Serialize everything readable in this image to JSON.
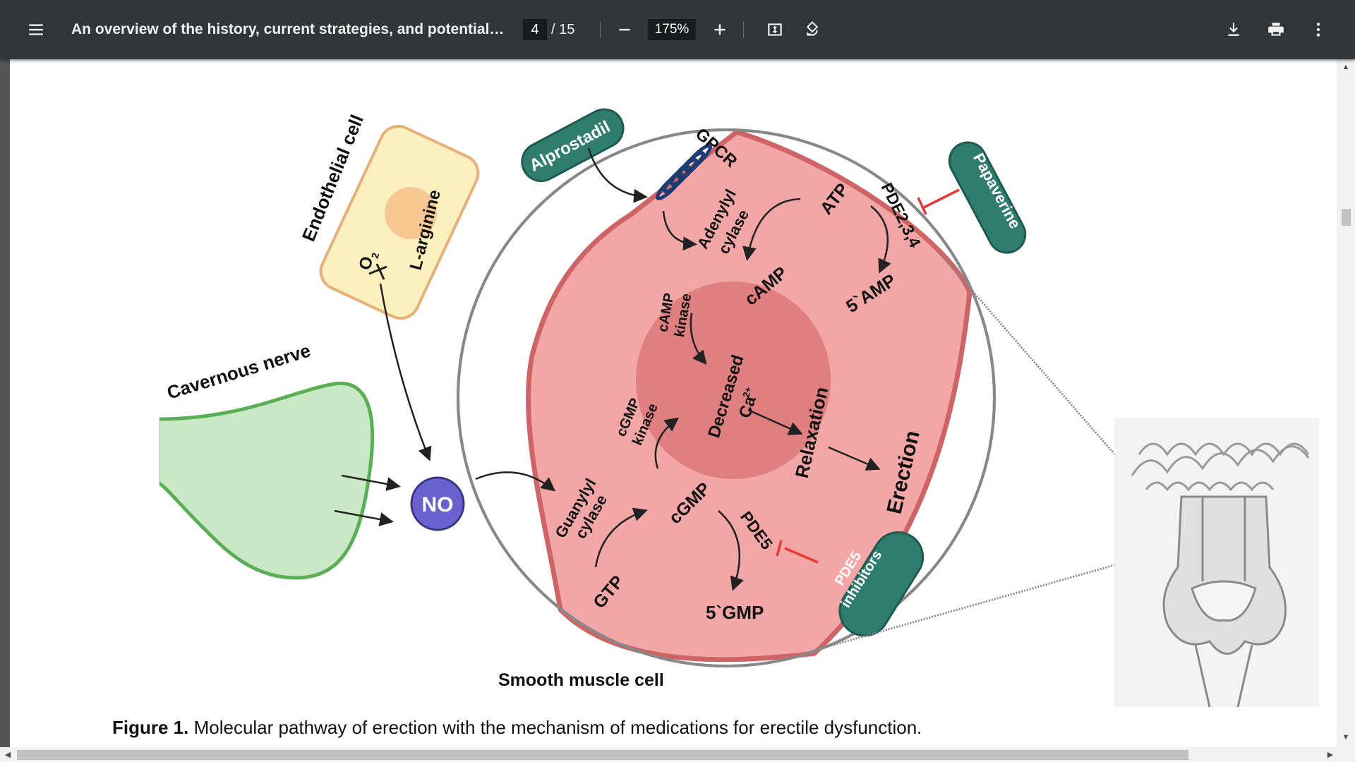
{
  "toolbar": {
    "menu_icon": "hamburger-menu-icon",
    "title": "An overview of the history, current strategies, and potential futu...",
    "page_current": "4",
    "page_total": "/ 15",
    "zoom_out_icon": "minus-icon",
    "zoom_level": "175%",
    "zoom_in_icon": "plus-icon",
    "fit_icon": "fit-to-page-icon",
    "rotate_icon": "rotate-counterclockwise-icon",
    "download_icon": "download-icon",
    "print_icon": "print-icon",
    "more_icon": "more-vertical-icon"
  },
  "figure": {
    "labels": {
      "endothelial_cell": "Endothelial cell",
      "o2": "O",
      "o2_sub": "2",
      "l_arginine": "L-arginine",
      "cavernous_nerve": "Cavernous nerve",
      "no": "NO",
      "alprostadil": "Alprostadil",
      "gpcr": "GPCR",
      "adenylyl_1": "Adenylyl",
      "adenylyl_2": "cylase",
      "atp": "ATP",
      "pde234": "PDE2,3,4",
      "papaverine": "Papaverine",
      "camp": "cAMP",
      "amp5": "5`AMP",
      "camp_kinase_1": "cAMP",
      "camp_kinase_2": "kinase",
      "decreased": "Decreased",
      "ca": "Ca",
      "ca_sup": "2+",
      "cgmp_kinase_1": "cGMP",
      "cgmp_kinase_2": "kinase",
      "relaxation": "Relaxation",
      "erection": "Erection",
      "guanylyl_1": "Guanylyl",
      "guanylyl_2": "cylase",
      "cgmp": "cGMP",
      "pde5": "PDE5",
      "pde5_inhibitors_1": "PDE5",
      "pde5_inhibitors_2": "inhibitors",
      "gtp": "GTP",
      "gmp5": "5`GMP",
      "smooth_muscle_cell": "Smooth muscle cell"
    },
    "caption_bold": "Figure 1.",
    "caption_text": " Molecular pathway of erection with the mechanism of medications for erectile dysfunction."
  },
  "colors": {
    "toolbar_bg": "#323639",
    "viewer_bg": "#525659",
    "teal_badge": "#2e7d6f",
    "smooth_muscle": "#f2a6a6",
    "smooth_muscle_border": "#cf6466",
    "nucleus": "#df7f80",
    "endothelial_fill": "#fdf0bf",
    "endothelial_border": "#e5b07a",
    "nerve_fill": "#c9e8c6",
    "nerve_border": "#5aae54",
    "no_fill": "#6a62d0"
  }
}
